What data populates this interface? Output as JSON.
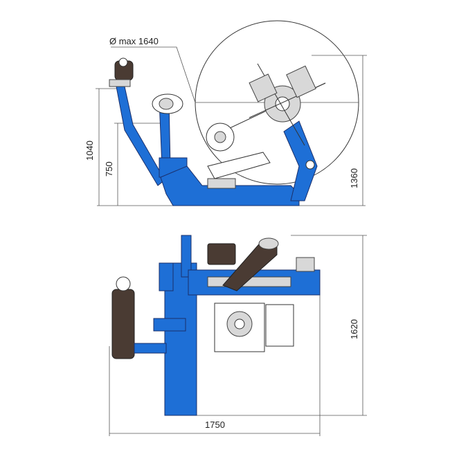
{
  "labels": {
    "diameter": "Ø max 1640",
    "height_total": "1040",
    "height_arm": "750",
    "height_wheel": "1360",
    "depth": "1620",
    "width": "1750"
  },
  "colors": {
    "machine_blue": "#1e6fd6",
    "dark_part": "#4a3b33"
  }
}
